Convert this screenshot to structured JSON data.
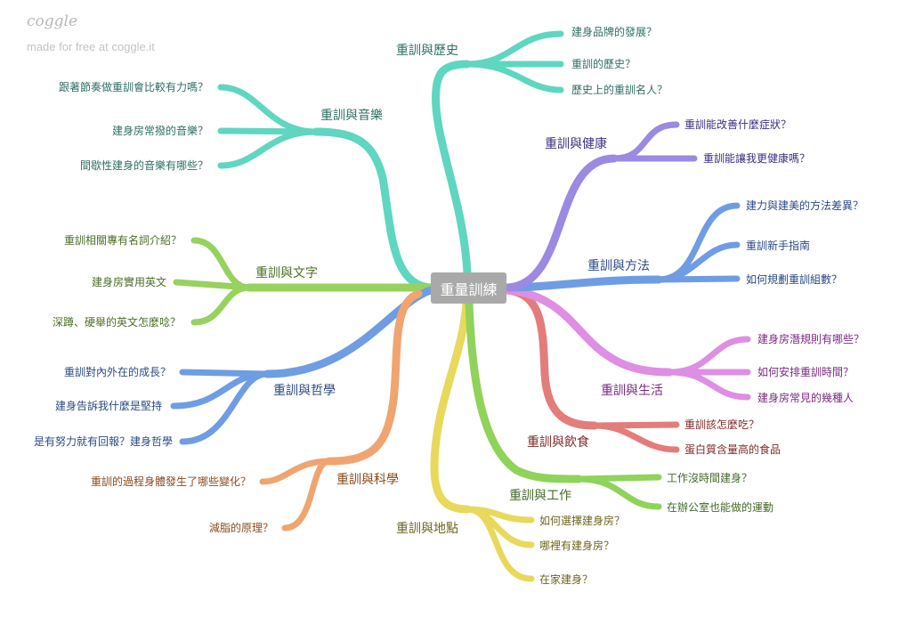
{
  "watermark": {
    "logo": "coggle",
    "tagline": "made for free at coggle.it"
  },
  "center": "重量訓練",
  "colors": {
    "history": "#5fd6c0",
    "music": "#5fd6c0",
    "text": "#97d25e",
    "philosophy": "#6f9de3",
    "science": "#f0a570",
    "location": "#e8d95c",
    "work": "#8fd35a",
    "diet": "#e37d7b",
    "life": "#de8ee3",
    "method": "#6f9de3",
    "health": "#9c89e2"
  },
  "branches": {
    "history": {
      "label": "重訓與歷史",
      "children": [
        "建身品牌的發展？",
        "重訓的歷史？",
        "歷史上的重訓名人？"
      ]
    },
    "music": {
      "label": "重訓與音樂",
      "children": [
        "跟著節奏做重訓會比較有力嗎？",
        "建身房常撥的音樂？",
        "間歇性建身的音樂有哪些？"
      ]
    },
    "text": {
      "label": "重訓與文字",
      "children": [
        "重訓相關專有名詞介紹？",
        "建身房實用英文",
        "深蹲、硬舉的英文怎麼唸？"
      ]
    },
    "philosophy": {
      "label": "重訓與哲學",
      "children": [
        "重訓對內外在的成長？",
        "建身告訴我什麼是堅持",
        "是有努力就有回報？建身哲學"
      ]
    },
    "science": {
      "label": "重訓與科學",
      "children": [
        "重訓的過程身體發生了哪些變化？",
        "減脂的原理？"
      ]
    },
    "location": {
      "label": "重訓與地點",
      "children": [
        "如何選擇建身房？",
        "哪裡有建身房？",
        "在家建身？"
      ]
    },
    "work": {
      "label": "重訓與工作",
      "children": [
        "工作沒時間建身？",
        "在辦公室也能做的運動"
      ]
    },
    "diet": {
      "label": "重訓與飲食",
      "children": [
        "重訓該怎麼吃？",
        "蛋白質含量高的食品"
      ]
    },
    "life": {
      "label": "重訓與生活",
      "children": [
        "建身房潛規則有哪些？",
        "如何安排重訓時間？",
        "建身房常見的幾種人"
      ]
    },
    "method": {
      "label": "重訓與方法",
      "children": [
        "建力與建美的方法差異？",
        "重訓新手指南",
        "如何規劃重訓組數？"
      ]
    },
    "health": {
      "label": "重訓與健康",
      "children": [
        "重訓能改善什麼症狀？",
        "重訓能讓我更健康嗎？"
      ]
    }
  }
}
